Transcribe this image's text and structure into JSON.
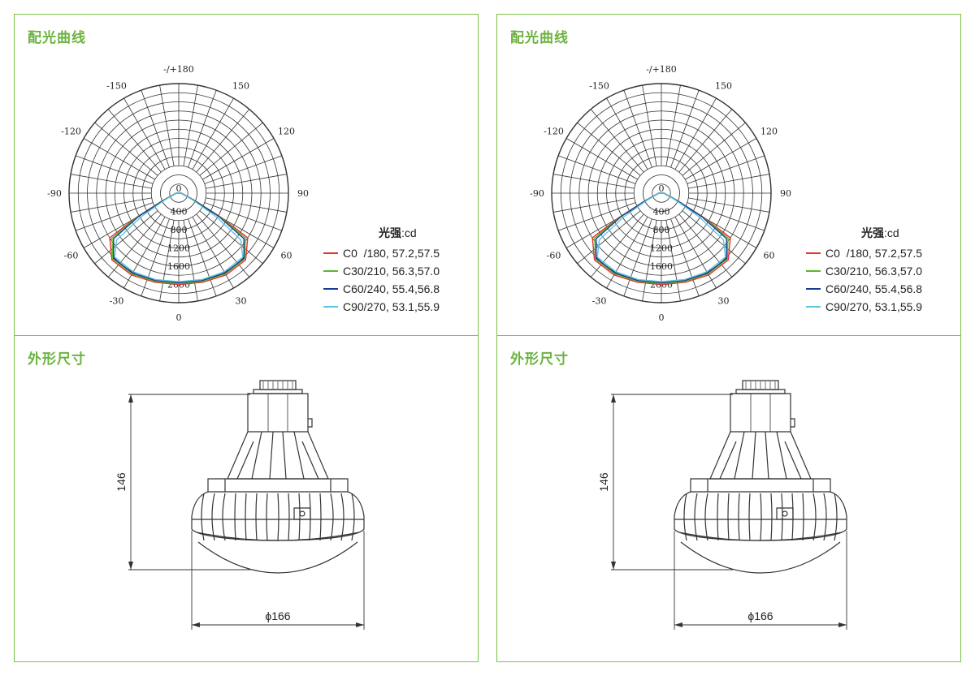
{
  "panels": [
    {
      "photometric_title": "配光曲线",
      "dimension_title": "外形尺寸",
      "legend": {
        "title_main": "光强",
        "title_unit": ":cd",
        "items": [
          {
            "label": "C0  /180, 57.2,57.5",
            "color": "#e5332a"
          },
          {
            "label": "C30/210, 56.3,57.0",
            "color": "#5ab52f"
          },
          {
            "label": "C60/240, 55.4,56.8",
            "color": "#1a3d8f"
          },
          {
            "label": "C90/270, 53.1,55.9",
            "color": "#5fc3e4"
          }
        ]
      },
      "height_label": "146",
      "diameter_label": "ϕ166"
    },
    {
      "photometric_title": "配光曲线",
      "dimension_title": "外形尺寸",
      "legend": {
        "title_main": "光强",
        "title_unit": ":cd",
        "items": [
          {
            "label": "C0  /180, 57.2,57.5",
            "color": "#e5332a"
          },
          {
            "label": "C30/210, 56.3,57.0",
            "color": "#5ab52f"
          },
          {
            "label": "C60/240, 55.4,56.8",
            "color": "#1a3d8f"
          },
          {
            "label": "C90/270, 53.1,55.9",
            "color": "#5fc3e4"
          }
        ]
      },
      "height_label": "146",
      "diameter_label": "ϕ166"
    }
  ],
  "chart_data": {
    "type": "polar",
    "angle_labels": [
      "-/+180",
      "150",
      "120",
      "90",
      "60",
      "30",
      "0",
      "-30",
      "-60",
      "-90",
      "-120",
      "-150"
    ],
    "radial_labels": [
      "0",
      "400",
      "800",
      "1200",
      "1600",
      "2000"
    ],
    "rmax": 2400,
    "series": [
      {
        "name": "C0  /180, 57.2,57.5",
        "color": "#e5332a",
        "angles": [
          0,
          15,
          30,
          45,
          57,
          60,
          65,
          75,
          90,
          270,
          285,
          295,
          300,
          303,
          315,
          330,
          345,
          360
        ],
        "values": [
          2000,
          2020,
          2070,
          2070,
          1800,
          1100,
          400,
          120,
          60,
          60,
          120,
          400,
          1100,
          1800,
          2070,
          2070,
          2020,
          2000
        ]
      },
      {
        "name": "C30/210, 56.3,57.0",
        "color": "#5ab52f",
        "angles": [
          0,
          15,
          30,
          45,
          56,
          60,
          65,
          75,
          90,
          270,
          285,
          295,
          300,
          304,
          315,
          330,
          345,
          360
        ],
        "values": [
          1980,
          2000,
          2040,
          2040,
          1760,
          1050,
          380,
          110,
          55,
          55,
          110,
          380,
          1050,
          1760,
          2040,
          2040,
          2000,
          1980
        ]
      },
      {
        "name": "C60/240, 55.4,56.8",
        "color": "#1a3d8f",
        "angles": [
          0,
          15,
          30,
          45,
          55,
          60,
          65,
          75,
          90,
          270,
          285,
          295,
          300,
          305,
          315,
          330,
          345,
          360
        ],
        "values": [
          1960,
          1980,
          2020,
          2020,
          1740,
          1000,
          360,
          100,
          50,
          50,
          100,
          360,
          1000,
          1740,
          2020,
          2020,
          1980,
          1960
        ]
      },
      {
        "name": "C90/270, 53.1,55.9",
        "color": "#5fc3e4",
        "angles": [
          0,
          15,
          30,
          45,
          53,
          58,
          64,
          75,
          90,
          270,
          285,
          296,
          302,
          307,
          315,
          330,
          345,
          360
        ],
        "values": [
          1940,
          1960,
          1990,
          1980,
          1700,
          950,
          330,
          90,
          45,
          45,
          90,
          330,
          950,
          1700,
          1980,
          1990,
          1960,
          1940
        ]
      }
    ]
  }
}
